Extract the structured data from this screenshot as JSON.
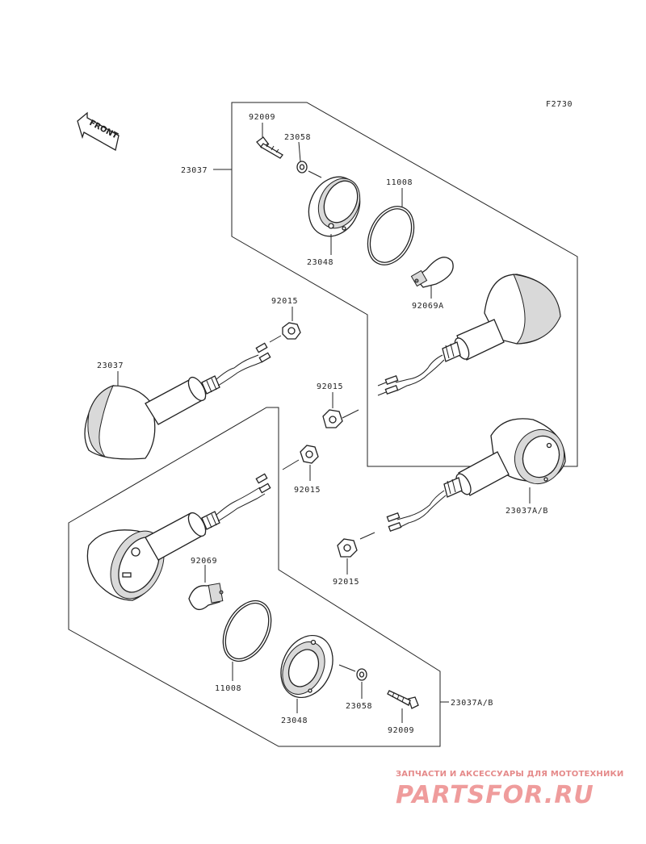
{
  "figure_code": "F2730",
  "front_marker": "FRONT",
  "callouts": {
    "screw_top": "92009",
    "nut_top": "23058",
    "assy_top": "23037",
    "lens_ring_top": "11008",
    "lens_top": "23048",
    "bulb_top": "92069A",
    "nut_left": "92015",
    "assy_left": "23037",
    "nut_mid_upper": "92015",
    "nut_mid_lower": "92015",
    "assy_right": "23037A/B",
    "nut_right": "92015",
    "bulb_bottom": "92069",
    "ring_bottom": "11008",
    "lens_bottom": "23048",
    "nut_bottom": "23058",
    "screw_bottom": "92009",
    "assy_bottom": "23037A/B"
  },
  "watermark": {
    "tagline": "ЗАПЧАСТИ И АКСЕССУАРЫ ДЛЯ МОТОТЕХНИКИ",
    "brand": "PARTSFOR.RU"
  }
}
